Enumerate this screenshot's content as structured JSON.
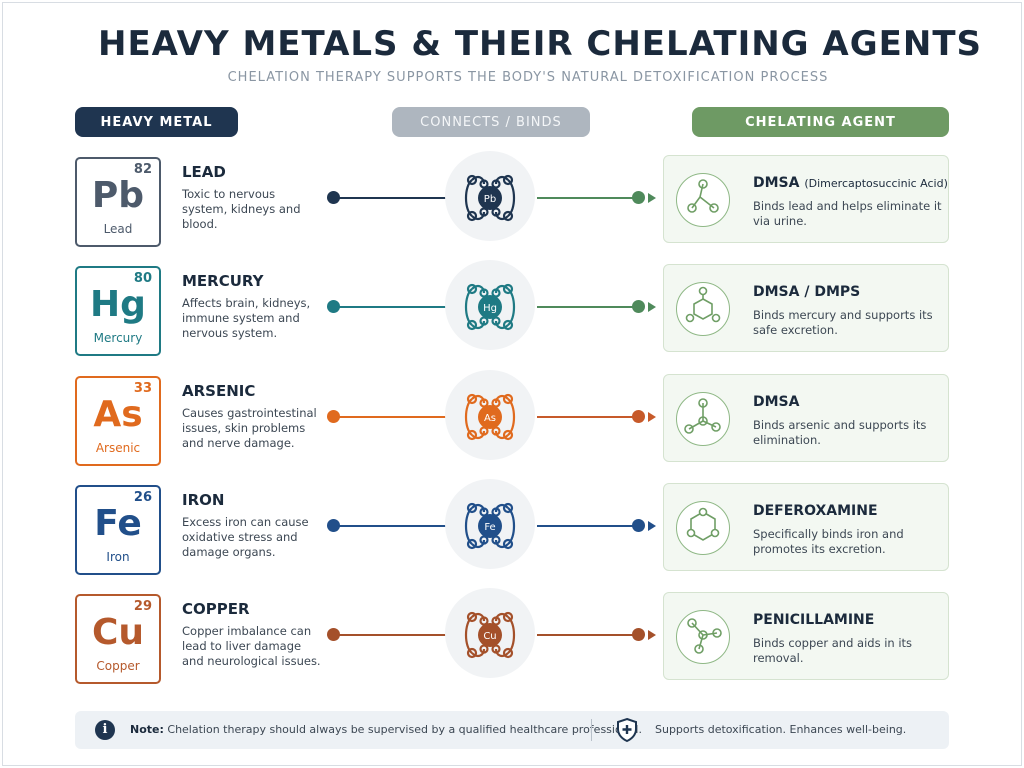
{
  "title": "HEAVY METALS & THEIR CHELATING AGENTS",
  "subtitle": "CHELATION THERAPY SUPPORTS THE BODY'S NATURAL DETOXIFICATION PROCESS",
  "headers": {
    "metal": "HEAVY METAL",
    "binds": "CONNECTS / BINDS",
    "agent": "CHELATING AGENT"
  },
  "rows": [
    {
      "number": "82",
      "symbol": "Pb",
      "element": "Lead",
      "name": "LEAD",
      "desc": "Toxic to nervous system, kidneys and blood.",
      "agent": "DMSA",
      "agent_sub": "(Dimercaptosuccinic Acid)",
      "agent_desc": "Binds lead and helps eliminate it via urine.",
      "color": "#4d5a6b",
      "line_color": "#1f3550",
      "agent_color": "#4f8a5b"
    },
    {
      "number": "80",
      "symbol": "Hg",
      "element": "Mercury",
      "name": "MERCURY",
      "desc": "Affects brain, kidneys, immune system and nervous system.",
      "agent": "DMSA / DMPS",
      "agent_sub": "",
      "agent_desc": "Binds mercury and supports its safe excretion.",
      "color": "#1f7a84",
      "line_color": "#1f7a84",
      "agent_color": "#4f8a5b"
    },
    {
      "number": "33",
      "symbol": "As",
      "element": "Arsenic",
      "name": "ARSENIC",
      "desc": "Causes gastrointestinal issues, skin problems and nerve damage.",
      "agent": "DMSA",
      "agent_sub": "",
      "agent_desc": "Binds arsenic and supports its elimination.",
      "color": "#e06a1e",
      "line_color": "#e06a1e",
      "agent_color": "#c75a2a"
    },
    {
      "number": "26",
      "symbol": "Fe",
      "element": "Iron",
      "name": "IRON",
      "desc": "Excess iron can cause oxidative stress and damage organs.",
      "agent": "DEFEROXAMINE",
      "agent_sub": "",
      "agent_desc": "Specifically binds iron and promotes its excretion.",
      "color": "#214f8a",
      "line_color": "#214f8a",
      "agent_color": "#214f8a"
    },
    {
      "number": "29",
      "symbol": "Cu",
      "element": "Copper",
      "name": "COPPER",
      "desc": "Copper imbalance can lead to liver damage and neurological issues.",
      "agent": "PENICILLAMINE",
      "agent_sub": "",
      "agent_desc": "Binds copper and aids in its removal.",
      "color": "#b5592c",
      "line_color": "#a4502a",
      "agent_color": "#a4502a"
    }
  ],
  "note": {
    "label": "Note:",
    "text": "Chelation therapy should always be supervised by a qualified healthcare professional.",
    "support": "Supports detoxification. Enhances well-being.",
    "info_icon": "info-icon",
    "shield_icon": "shield-plus-icon"
  }
}
